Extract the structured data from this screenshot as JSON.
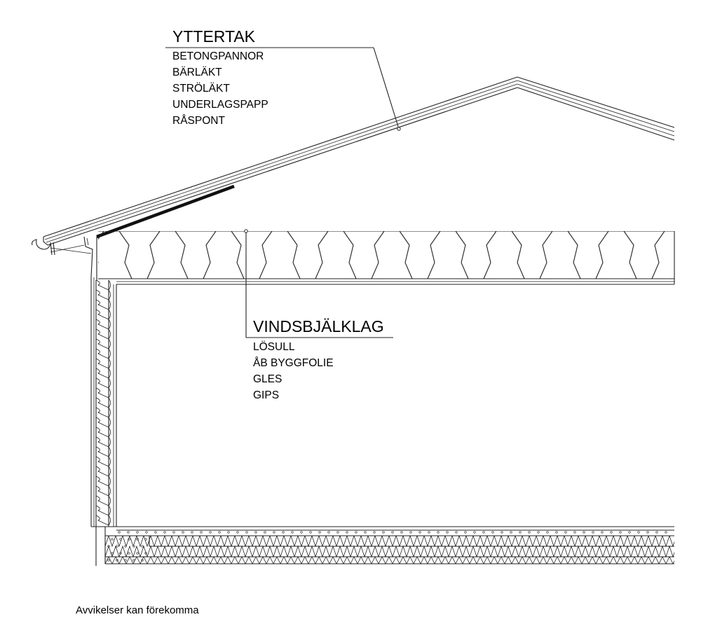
{
  "roof_label": {
    "title": "YTTERTAK",
    "items": [
      "BETONGPANNOR",
      "BÄRLÄKT",
      "STRÖLÄKT",
      "UNDERLAGSPAPP",
      "RÅSPONT"
    ]
  },
  "ceiling_label": {
    "title": "VINDSBJÄLKLAG",
    "items": [
      "LÖSULL",
      "ÅB BYGGFOLIE",
      "GLES",
      "GIPS"
    ]
  },
  "footer_note": "Avvikelser kan förekomma"
}
